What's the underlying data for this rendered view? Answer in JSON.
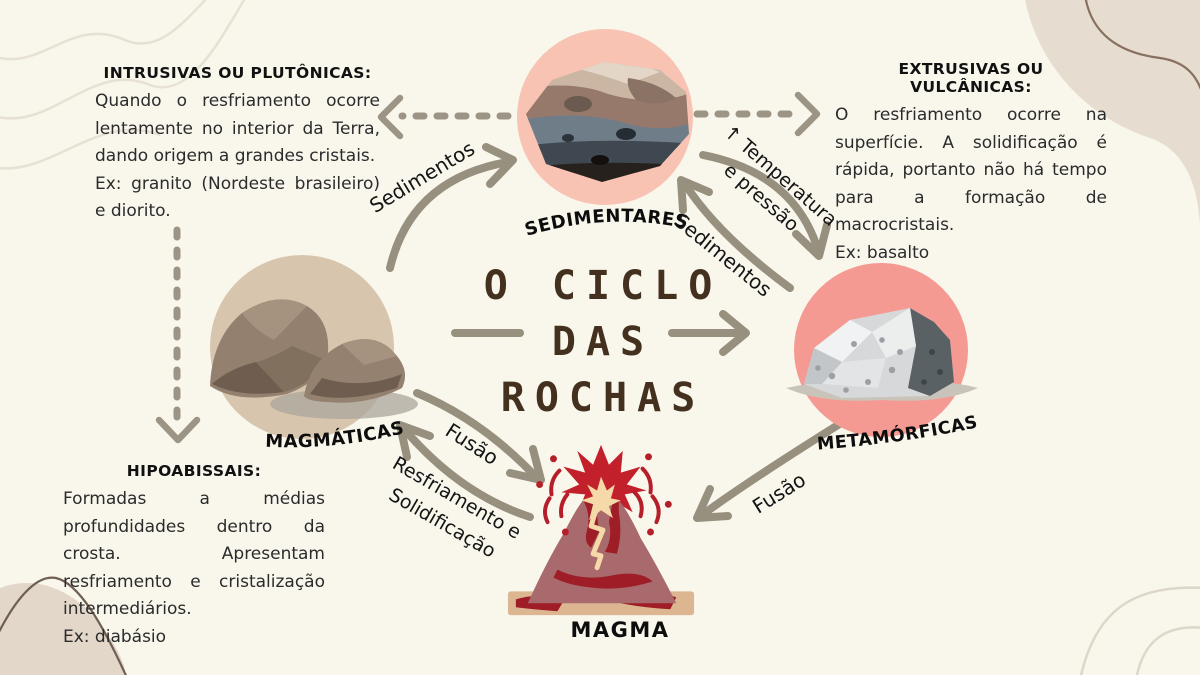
{
  "canvas": {
    "background": "#f9f6ec",
    "arrow_color": "#97907f",
    "title_color": "#44301f"
  },
  "title": {
    "line1": "O CICLO",
    "line2": "DAS",
    "line3": "ROCHAS"
  },
  "nodes": {
    "sedimentares": {
      "label": "SEDIMENTARES",
      "circle_color": "#f8c3b2"
    },
    "magmaticas": {
      "label": "MAGMÁTICAS",
      "circle_color": "#d7c5ae"
    },
    "metamorficas": {
      "label": "METAMÓRFICAS",
      "circle_color": "#f59a92"
    },
    "magma": {
      "label": "MAGMA"
    }
  },
  "edges": {
    "sedimentos_left": "Sedimentos",
    "temperatura_line1": "↑ Temperatura",
    "temperatura_line2": "e pressão",
    "sedimentos_right": "Sedimentos",
    "fusao_left": "Fusão",
    "resfriamento_line1": "Resfriamento e",
    "resfriamento_line2": "Solidificação",
    "fusao_right": "Fusão"
  },
  "text_blocks": {
    "intrusivas": {
      "heading": "INTRUSIVAS OU PLUTÔNICAS:",
      "body": "Quando o resfriamento ocorre lentamente no interior da Terra, dando origem a grandes cristais.",
      "example": "Ex: granito (Nordeste brasileiro) e diorito."
    },
    "extrusivas": {
      "heading": "EXTRUSIVAS OU VULCÂNICAS:",
      "body": "O resfriamento ocorre na superfície. A solidificação é rápida, portanto não há tempo para a formação de macrocristais.",
      "example": "Ex: basalto"
    },
    "hipoabissais": {
      "heading": "HIPOABISSAIS:",
      "body": "Formadas a médias profundidades dentro da crosta. Apresentam resfriamento e cristalização intermediários.",
      "example": "Ex: diabásio"
    }
  }
}
